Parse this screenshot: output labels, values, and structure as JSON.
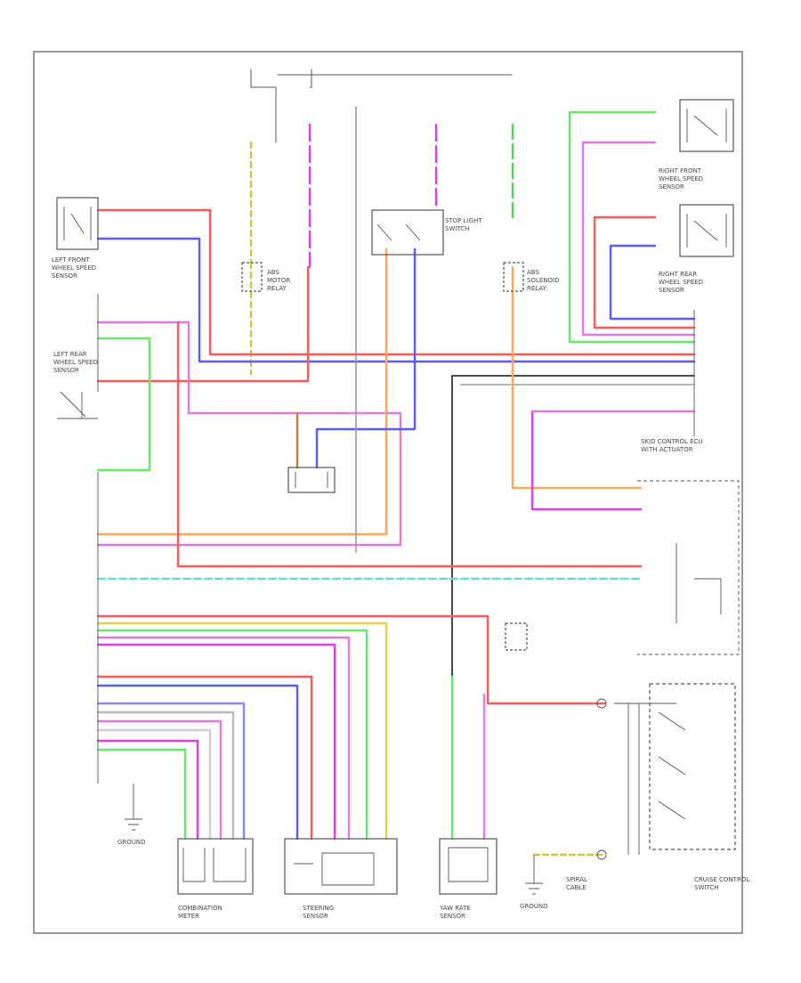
{
  "diagram": {
    "figure_id": "",
    "components": [
      {
        "id": "lf-sensor",
        "label": [
          "LEFT FRONT",
          "WHEEL SPEED",
          "SENSOR"
        ]
      },
      {
        "id": "rf-sensor",
        "label": [
          "RIGHT FRONT",
          "WHEEL SPEED",
          "SENSOR"
        ]
      },
      {
        "id": "lr-sensor",
        "label": [
          "LEFT REAR",
          "WHEEL SPEED",
          "SENSOR"
        ]
      },
      {
        "id": "rr-sensor",
        "label": [
          "RIGHT REAR",
          "WHEEL SPEED",
          "SENSOR"
        ]
      },
      {
        "id": "stop-switch",
        "label": [
          "STOP LIGHT",
          "SWITCH"
        ]
      },
      {
        "id": "abs-motor-relay",
        "label": [
          "ABS",
          "MOTOR",
          "RELAY"
        ]
      },
      {
        "id": "abs-sol-relay",
        "label": [
          "ABS",
          "SOLENOID",
          "RELAY"
        ]
      },
      {
        "id": "skid-control-ecu",
        "label": [
          "SKID CONTROL ECU",
          "WITH ACTUATOR"
        ]
      },
      {
        "id": "yaw-rate-sensor",
        "label": [
          "YAW RATE",
          "SENSOR"
        ]
      },
      {
        "id": "steering-sensor",
        "label": [
          "STEERING",
          "SENSOR"
        ]
      },
      {
        "id": "combination-meter",
        "label": [
          "COMBINATION",
          "METER"
        ]
      },
      {
        "id": "cruise-switch",
        "label": [
          "CRUISE CONTROL",
          "SWITCH"
        ]
      },
      {
        "id": "spiral-cable",
        "label": [
          "SPIRAL",
          "CABLE"
        ]
      },
      {
        "id": "ground-a",
        "label": [
          "GROUND"
        ]
      },
      {
        "id": "ground-b",
        "label": [
          "GROUND"
        ]
      }
    ]
  }
}
